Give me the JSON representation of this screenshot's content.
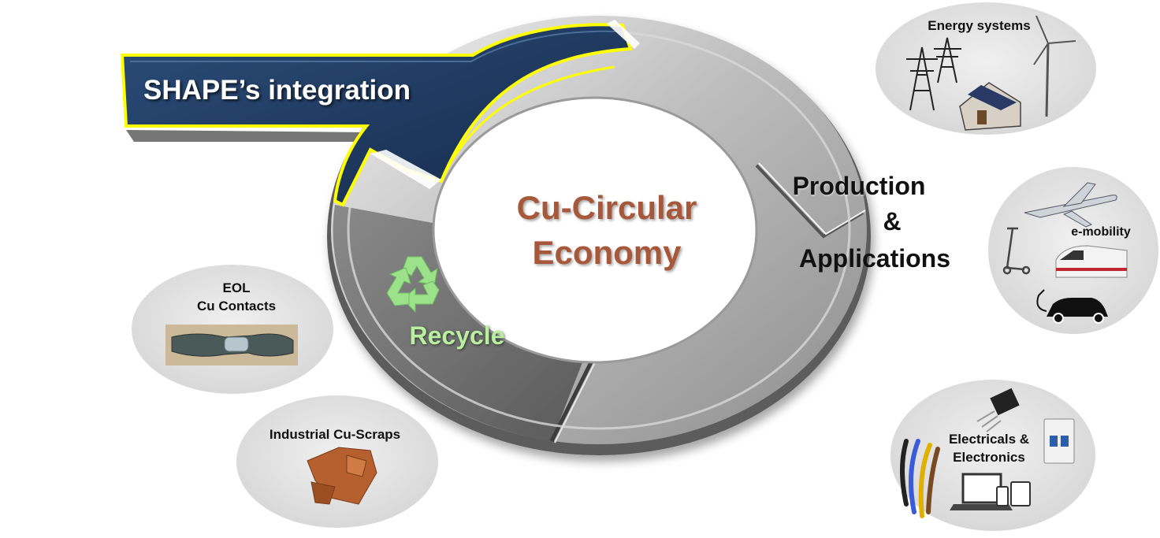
{
  "banner": {
    "label": "SHAPE’s integration"
  },
  "center": {
    "line1": "Cu-Circular",
    "line2": "Economy"
  },
  "production": {
    "line1": "Production",
    "line2": "&",
    "line3": "Applications"
  },
  "recycle": {
    "label": "Recycle"
  },
  "bubbles": {
    "energy": "Energy systems",
    "emobility": "e-mobility",
    "electronics": {
      "line1": "Electricals &",
      "line2": "Electronics"
    },
    "eol": {
      "line1": "EOL",
      "line2": "Cu Contacts"
    },
    "scraps": "Industrial Cu-Scraps"
  },
  "colors": {
    "banner_navy": "#1f3a5e",
    "banner_outline": "#ffff00",
    "ring_silver": "#b8b8b8",
    "ring_dark": "#6e6e6e",
    "center_text": "#a8583a",
    "recycle_green": "#9be28a",
    "bubble_gray": "#e4e4e4",
    "copper": "#b5602e"
  },
  "icons": [
    "recycle-icon",
    "power-pylon-icon",
    "wind-turbine-icon",
    "house-solar-icon",
    "airplane-icon",
    "scooter-icon",
    "train-icon",
    "electric-car-icon",
    "transistor-icon",
    "circuit-breaker-icon",
    "cables-icon",
    "laptop-icon",
    "copper-contact-photo",
    "copper-scrap-icon"
  ]
}
